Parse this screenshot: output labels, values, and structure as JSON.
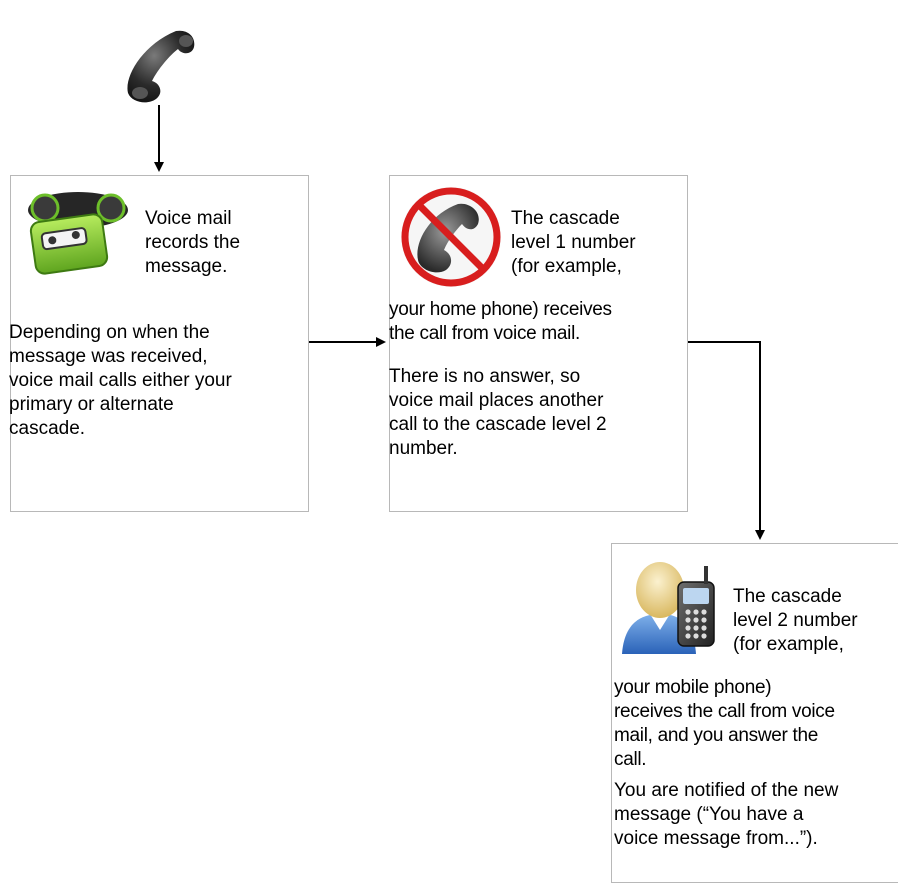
{
  "steps": [
    {
      "id": "voice-mail",
      "icon": "voicemail-tape-icon",
      "caption_lines": [
        "Voice mail",
        "records the",
        "message."
      ],
      "body_lines": [
        "Depending on when the",
        "message was received,",
        "voice mail calls either your",
        "primary or alternate",
        "cascade."
      ]
    },
    {
      "id": "cascade-level-1",
      "icon": "no-answer-phone-icon",
      "caption_lines": [
        "The cascade",
        "level 1 number",
        "(for example,"
      ],
      "caption_tail_lines": [
        "your home phone) receives",
        "the call from voice mail."
      ],
      "body_lines": [
        "There is no answer, so",
        "voice mail places another",
        "call to the cascade level 2",
        "number."
      ]
    },
    {
      "id": "cascade-level-2",
      "icon": "user-mobile-phone-icon",
      "caption_lines": [
        "The cascade",
        "level 2 number",
        "(for example,"
      ],
      "caption_tail_lines": [
        "your mobile phone)",
        "receives the call from voice",
        "mail, and you answer the",
        "call."
      ],
      "body_lines": [
        "You are notified of the new",
        "message (“You have a",
        "voice message from...”)."
      ]
    }
  ],
  "start_icon": "telephone-handset-icon",
  "colors": {
    "border": "#b8b8b8",
    "arrow": "#000000",
    "tape_green": "#8dd23c",
    "handset_dark": "#2b2b2b",
    "no_sign_red": "#d81e1e",
    "user_blue": "#3a78c9"
  }
}
